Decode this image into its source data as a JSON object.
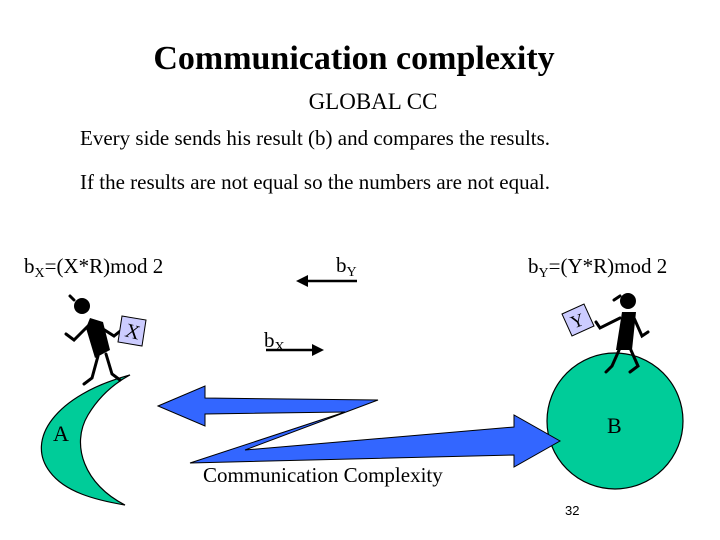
{
  "title": "Communication complexity",
  "subtitle": "GLOBAL CC",
  "lines": [
    "Every side sends his result (b) and compares the results.",
    "If the results are not equal so the numbers are not equal."
  ],
  "formula_x": {
    "b": "b",
    "sub": "X",
    "rest": "=(X*R)mod 2"
  },
  "formula_y": {
    "b": "b",
    "sub": "Y",
    "rest": "=(Y*R)mod 2"
  },
  "msg_y": {
    "b": "b",
    "sub": "Y"
  },
  "msg_x": {
    "b": "b",
    "sub": "X"
  },
  "card_x": "X",
  "card_y": "Y",
  "label_a": "A",
  "label_b": "B",
  "caption": "Communication Complexity",
  "page_number": "32",
  "colors": {
    "planet": "#00cc99",
    "arrow": "#3366ff",
    "card": "#ccccff"
  }
}
